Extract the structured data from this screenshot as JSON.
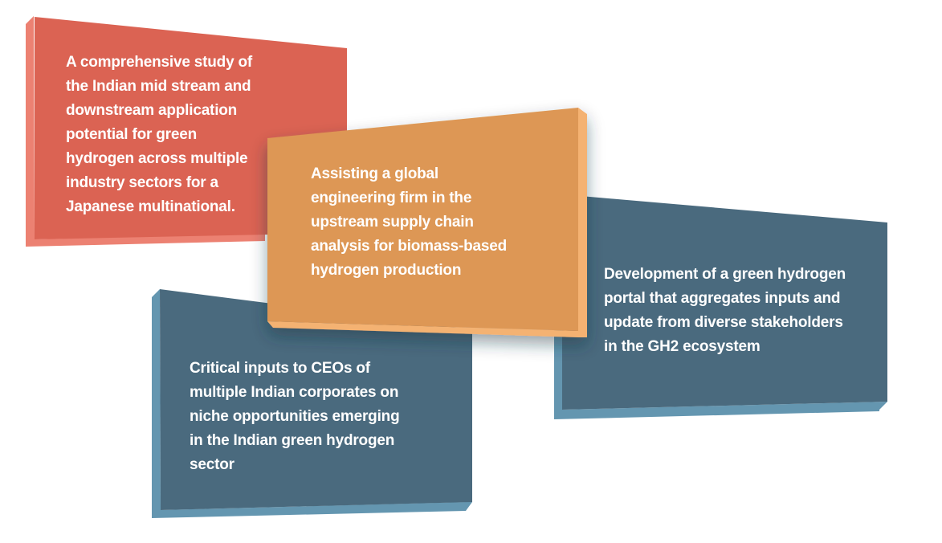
{
  "colors": {
    "red_face": "#db6353",
    "red_edge": "#ec8172",
    "orange_face": "#dd9754",
    "orange_edge": "#f4b272",
    "blue_face": "#4a6a7e",
    "blue_edge": "#6496b0"
  },
  "cards": [
    {
      "lines": [
        "A comprehensive study of",
        "the Indian mid stream and",
        "downstream application",
        "potential for green",
        "hydrogen across multiple",
        "industry sectors for a",
        "Japanese multinational."
      ]
    },
    {
      "lines": [
        "Assisting a global",
        "engineering firm in the",
        "upstream supply chain",
        "analysis for biomass-based",
        "hydrogen production"
      ]
    },
    {
      "lines": [
        "Critical inputs to CEOs of",
        "multiple Indian corporates on",
        "niche opportunities emerging",
        "in the Indian green hydrogen",
        "sector"
      ]
    },
    {
      "lines": [
        "Development of a green hydrogen",
        "portal that aggregates inputs and",
        "update from diverse stakeholders",
        "in the GH2 ecosystem"
      ]
    }
  ]
}
